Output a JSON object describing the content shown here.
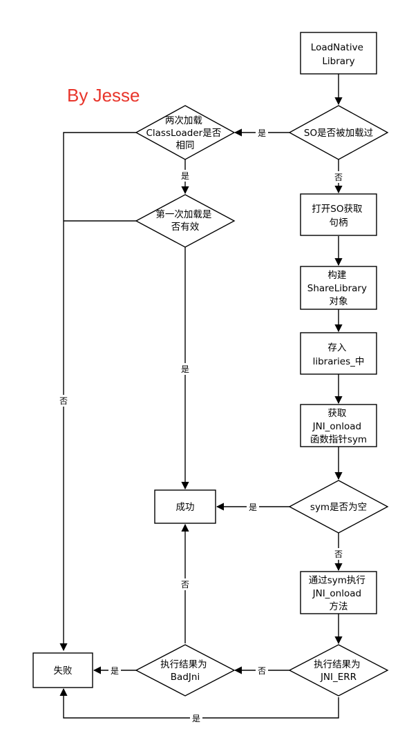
{
  "watermark": "By Jesse",
  "colors": {
    "stroke": "#000000",
    "fill": "#ffffff",
    "watermark": "#e8352b"
  },
  "nodes": {
    "load_native_library": [
      "LoadNative",
      "Library"
    ],
    "so_loaded_check": [
      "SO是否被加载过"
    ],
    "classloader_same_check": [
      "两次加载",
      "ClassLoader是否",
      "相同"
    ],
    "first_load_valid_check": [
      "第一次加载是",
      "否有效"
    ],
    "open_so_handle": [
      "打开SO获取",
      "句柄"
    ],
    "build_shared_library": [
      "构建",
      "ShareLibrary",
      "对象"
    ],
    "store_in_libraries": [
      "存入",
      "libraries_中"
    ],
    "get_jni_onload_sym": [
      "获取",
      "JNI_onload",
      "函数指针sym"
    ],
    "sym_null_check": [
      "sym是否为空"
    ],
    "success": [
      "成功"
    ],
    "run_jni_onload": [
      "通过sym执行",
      "JNI_onload",
      "方法"
    ],
    "result_jni_err_check": [
      "执行结果为",
      "JNI_ERR"
    ],
    "result_badjni_check": [
      "执行结果为",
      "BadJni"
    ],
    "failure": [
      "失败"
    ]
  },
  "edge_labels": {
    "so_loaded_yes": "是",
    "so_loaded_no": "否",
    "classloader_yes": "是",
    "classloader_no": "否",
    "first_load_yes": "是",
    "sym_null_yes": "是",
    "sym_null_no": "否",
    "jni_err_no": "否",
    "jni_err_yes": "是",
    "badjni_yes": "是",
    "badjni_no": "否"
  }
}
